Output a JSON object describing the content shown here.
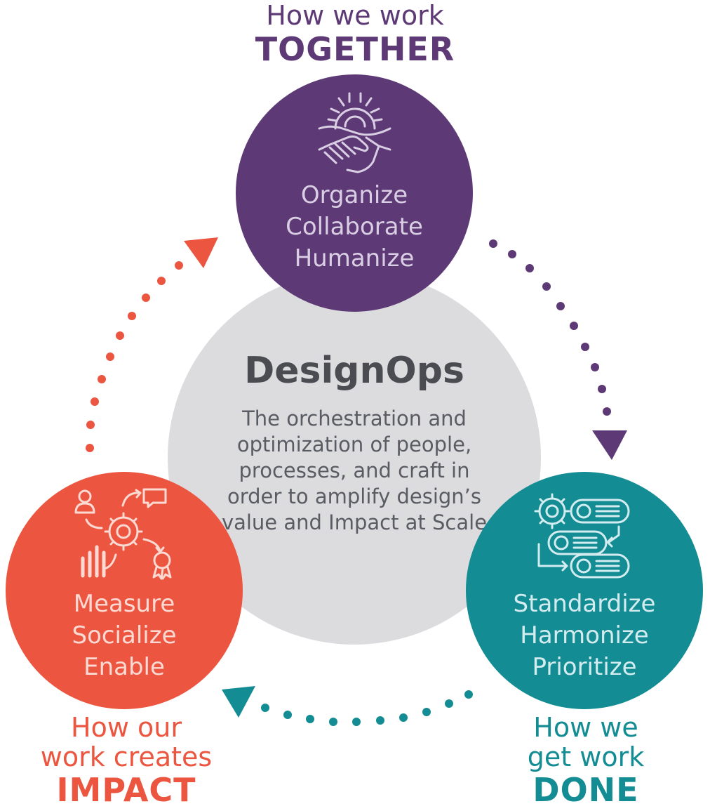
{
  "heading_top": {
    "line1": "How we work",
    "line2": "TOGETHER"
  },
  "core": {
    "title": "DesignOps",
    "description": "The orchestration and optimization of people, processes, and craft in order to amplify design’s value and Impact at Scale"
  },
  "nodes": [
    {
      "id": "together",
      "words": [
        "Organize",
        "Collaborate",
        "Humanize"
      ],
      "icon": "gear-handshake-icon",
      "color": "#5d3a76"
    },
    {
      "id": "impact",
      "words": [
        "Measure",
        "Socialize",
        "Enable"
      ],
      "icon": "gear-metrics-cycle-icon",
      "color": "#ec5640"
    },
    {
      "id": "done",
      "words": [
        "Standardize",
        "Harmonize",
        "Prioritize"
      ],
      "icon": "gear-process-flow-icon",
      "color": "#138c93"
    }
  ],
  "labels": {
    "impact": {
      "line1": "How our",
      "line2": "work creates",
      "line3": "IMPACT"
    },
    "done": {
      "line1": "How we",
      "line2": "get work",
      "line3": "DONE"
    }
  },
  "arrows": [
    {
      "from": "together",
      "to": "done",
      "style": "dotted",
      "color": "#5d3a76"
    },
    {
      "from": "done",
      "to": "impact",
      "style": "dotted",
      "color": "#138c93"
    },
    {
      "from": "impact",
      "to": "together",
      "style": "dotted",
      "color": "#ec5640"
    }
  ]
}
